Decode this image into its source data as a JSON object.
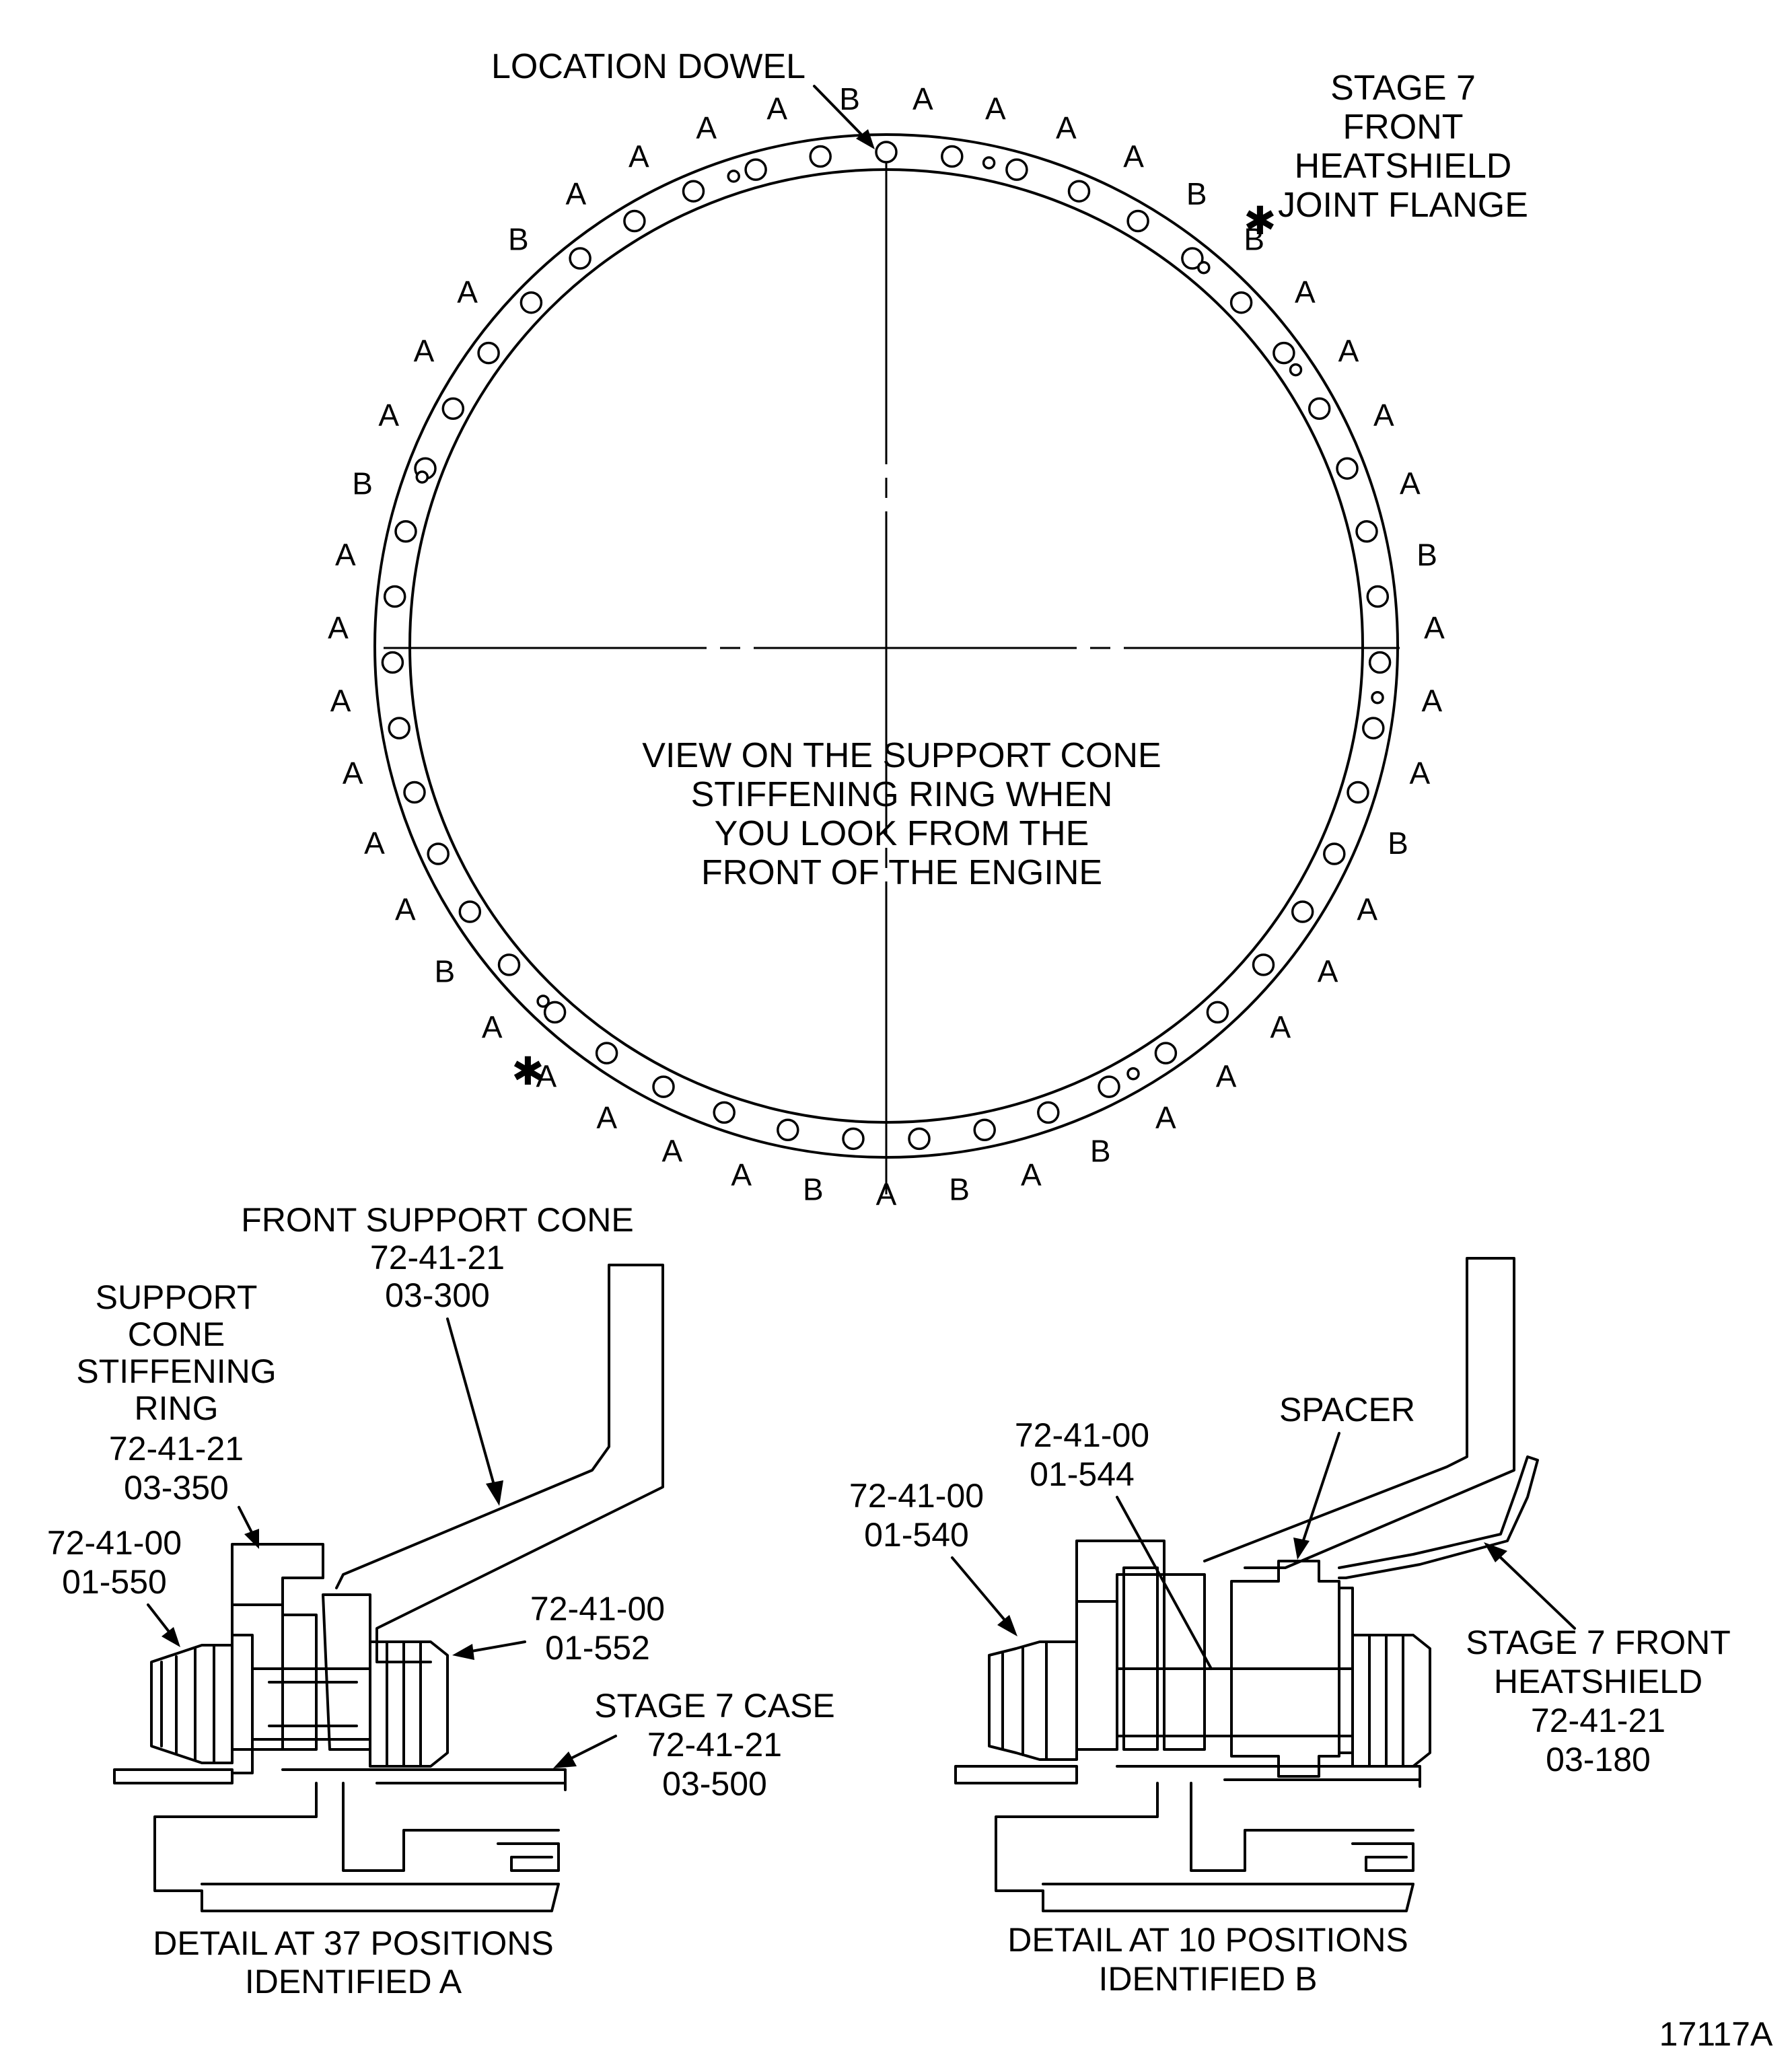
{
  "ring_view": {
    "location_dowel": "LOCATION DOWEL",
    "joint_flange": [
      "STAGE 7",
      "FRONT",
      "HEATSHIELD",
      "JOINT FLANGE"
    ],
    "view_caption": [
      "VIEW ON THE SUPPORT CONE",
      "STIFFENING RING WHEN",
      "YOU LOOK FROM THE",
      "FRONT OF THE ENGINE"
    ],
    "asterisk": "✱",
    "position_letters": [
      "A",
      "A",
      "A",
      "A",
      "B",
      "B",
      "A",
      "A",
      "A",
      "A",
      "B",
      "A",
      "A",
      "A",
      "B",
      "A",
      "A",
      "A",
      "A",
      "A",
      "B",
      "A",
      "B",
      "A",
      "B",
      "A",
      "A",
      "A",
      "A",
      "A",
      "B",
      "A",
      "A",
      "A",
      "A",
      "A",
      "A",
      "B",
      "A",
      "A",
      "A",
      "B",
      "A",
      "A",
      "A",
      "A",
      "B"
    ]
  },
  "detail_a": {
    "front_support_cone": [
      "FRONT SUPPORT CONE",
      "72-41-21",
      "03-300"
    ],
    "stiffening_ring": [
      "SUPPORT",
      "CONE",
      "STIFFENING",
      "RING",
      "72-41-21",
      "03-350"
    ],
    "nut": [
      "72-41-00",
      "01-550"
    ],
    "bolt": [
      "72-41-00",
      "01-552"
    ],
    "stage7_case": [
      "STAGE 7 CASE",
      "72-41-21",
      "03-500"
    ],
    "caption": [
      "DETAIL AT 37 POSITIONS",
      "IDENTIFIED A"
    ]
  },
  "detail_b": {
    "bolt": [
      "72-41-00",
      "01-544"
    ],
    "spacer": "SPACER",
    "nut": [
      "72-41-00",
      "01-540"
    ],
    "heatshield": [
      "STAGE 7 FRONT",
      "HEATSHIELD",
      "72-41-21",
      "03-180"
    ],
    "caption": [
      "DETAIL AT 10 POSITIONS",
      "IDENTIFIED B"
    ]
  },
  "figure_number": "17117A"
}
